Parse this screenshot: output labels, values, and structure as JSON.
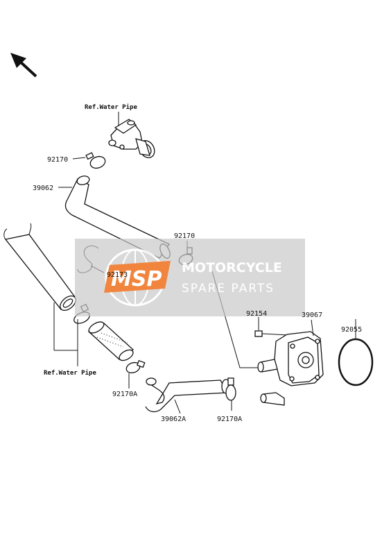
{
  "labels": {
    "ref_water_pipe_top": "Ref.Water Pipe",
    "ref_water_pipe_bottom": "Ref.Water Pipe",
    "clamp_92170_upper": "92170",
    "hose_39062": "39062",
    "clamp_92170_mid": "92170",
    "clip_92173": "92173",
    "bolt_92154": "92154",
    "oil_cooler_39067": "39067",
    "oring_92055": "92055",
    "clamp_92170A_left": "92170A",
    "hose_39062A": "39062A",
    "clamp_92170A_right": "92170A"
  },
  "watermark": {
    "logo": "MSP",
    "title": "MOTORCYCLE",
    "subtitle": "SPARE PARTS",
    "panel_color": "#c8c8c8",
    "logo_color": "#f07b2e"
  },
  "icons": {
    "front_direction": "arrow-up-left-icon"
  }
}
